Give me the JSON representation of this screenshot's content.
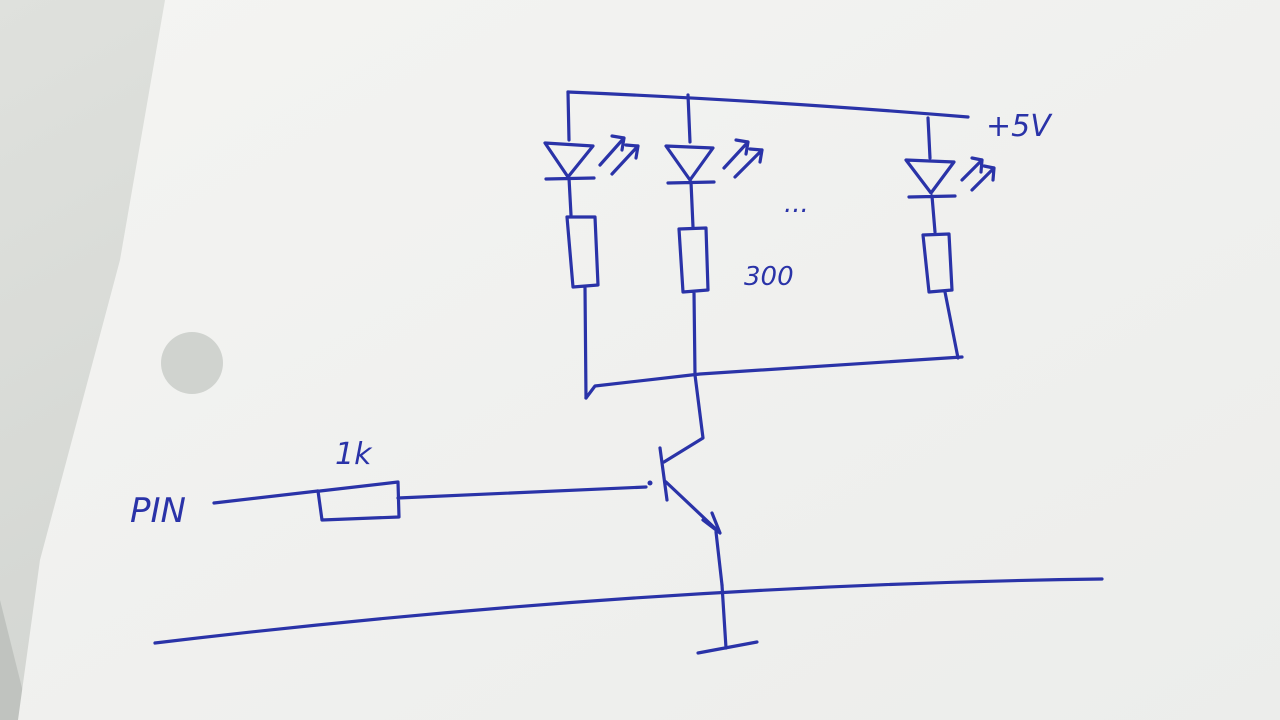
{
  "photo": {
    "paper_color": "#f6f6f4",
    "desk_color": "#d2d5d1",
    "ink_color": "#2a33a8"
  },
  "schematic": {
    "supply_label": "+5V",
    "resistor_value_label": "300",
    "ellipsis_label": "...",
    "base_resistor_label": "1k",
    "input_label": "PIN",
    "components": [
      "led",
      "led",
      "led",
      "resistor",
      "resistor",
      "resistor",
      "resistor",
      "npn-transistor",
      "ground"
    ]
  }
}
